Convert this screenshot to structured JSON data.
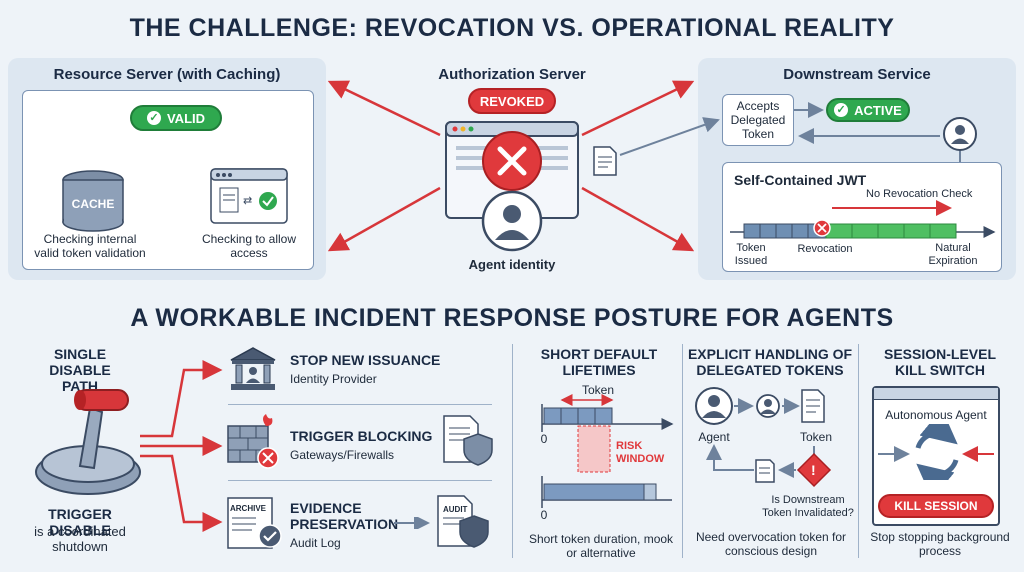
{
  "title_top": "THE CHALLENGE: REVOCATION VS. OPERATIONAL REALITY",
  "title_bottom": "A WORKABLE INCIDENT RESPONSE POSTURE FOR AGENTS",
  "resource_server": {
    "title": "Resource Server (with Caching)",
    "valid_badge": "VALID",
    "cache_label": "CACHE",
    "left_caption": "Checking internal valid token validation",
    "right_caption": "Checking to allow access"
  },
  "auth_server": {
    "title": "Authorization Server",
    "revoked_badge": "REVOKED",
    "agent_label": "Agent identity"
  },
  "downstream": {
    "title": "Downstream Service",
    "accepts_label": "Accepts Delegated Token",
    "active_badge": "ACTIVE",
    "jwt_title": "Self-Contained JWT",
    "no_check_label": "No Revocation Check",
    "token_issued": "Token Issued",
    "revocation": "Revocation",
    "natural_expiration": "Natural Expiration"
  },
  "disable": {
    "title": "SINGLE DISABLE PATH",
    "trigger_title": "TRIGGER DISABLE",
    "trigger_sub": "is a coordinated shutdown"
  },
  "actions": [
    {
      "title": "STOP NEW ISSUANCE",
      "sub": "Identity Provider"
    },
    {
      "title": "TRIGGER BLOCKING",
      "sub": "Gateways/Firewalls"
    },
    {
      "title": "EVIDENCE PRESERVATION",
      "sub": "Audit Log",
      "left_doc": "ARCHIVE",
      "right_doc": "AUDIT"
    }
  ],
  "lifetimes": {
    "title": "SHORT DEFAULT LIFETIMES",
    "token_label": "Token",
    "risk_label": "RISK WINDOW",
    "zero1": "0",
    "zero2": "0",
    "caption": "Short token duration, mook or alternative"
  },
  "delegated": {
    "title": "EXPLICIT HANDLING OF DELEGATED TOKENS",
    "agent_label": "Agent",
    "token_label": "Token",
    "question": "Is Downstream Token Invalidated?",
    "caption": "Need overvocation token for conscious design"
  },
  "killswitch": {
    "title": "SESSION-LEVEL KILL SWITCH",
    "agent_label": "Autonomous Agent",
    "button": "KILL SESSION",
    "caption": "Stop stopping background process"
  },
  "colors": {
    "accent_red": "#e0393c",
    "accent_green": "#2fa84f",
    "navy": "#1b2b44"
  }
}
